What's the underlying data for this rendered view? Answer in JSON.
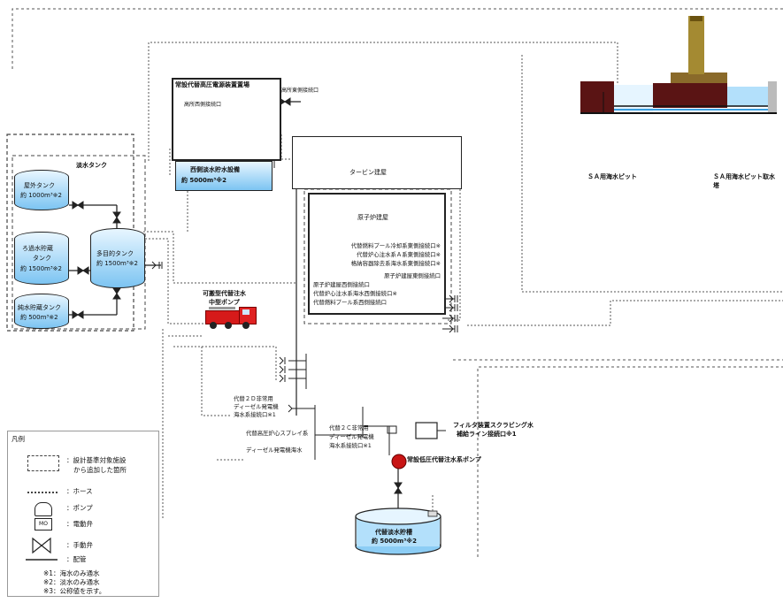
{
  "tanks": {
    "group_title": "淡水タンク",
    "t1": {
      "name": "屋外タンク",
      "cap": "約 1000m³※2"
    },
    "t2": {
      "name1": "ろ過水貯蔵",
      "name2": "タンク",
      "cap": "約 1500m³※2"
    },
    "t3": {
      "name": "純水貯蔵タンク",
      "cap": "約 500m³※2"
    },
    "multi": {
      "name": "多目的タンク",
      "cap": "約 1500m³※2"
    }
  },
  "building": {
    "title": "常設代替高圧電源装置置場",
    "left_port": "高所西側接続口",
    "right_port": "高所東側接続口",
    "storage": "西側淡水貯水設備",
    "storage_cap": "約 5000m³※2"
  },
  "reactor": {
    "turbine": "タービン建屋",
    "building": "原子炉建屋",
    "lines": [
      "代替燃料プール冷却系東側接続口※",
      "代替炉心注水系Ａ系東側接続口※",
      "格納容器除去系海水系東側接続口※",
      "原子炉建屋東側接続口",
      "原子炉建屋西側接続口",
      "代替炉心注水系海水西側接続口※",
      "代替燃料プール系西側接続口"
    ]
  },
  "pump_truck": {
    "line1": "可搬型代替注水",
    "line2": "中型ポンプ"
  },
  "middle": {
    "l1": "代替２Ｄ非常用",
    "l2": "ディーゼル発電機",
    "l3": "海水系接続口※1",
    "l4": "代替高圧炉心スプレイ系",
    "l5": "ディーゼル発電機海水",
    "m1": "代替２Ｃ非常用",
    "m2": "ディーゼル発電機",
    "m3": "海水系接続口※1",
    "filter1": "フィルタ装置スクラビング水",
    "filter2": "補給ライン接続口※1",
    "low_pump": "常設低圧代替注水系ポンプ",
    "alt_storage": "代替淡水貯槽",
    "alt_cap": "約 5000m³※2"
  },
  "pits": {
    "pit1": "ＳＡ用海水ピット",
    "pit2_1": "ＳＡ用海水ピット取水",
    "pit2_2": "塔"
  },
  "legend": {
    "title": "凡例",
    "items": [
      "：設計基準対象施設",
      "から追加した箇所",
      "：ホース",
      "：ポンプ",
      "：電動弁",
      "：手動弁",
      "：配管"
    ],
    "mo": "MO",
    "notes": [
      "※1：海水のみ通水",
      "※2：淡水のみ通水",
      "※3：公称値を示す。"
    ]
  }
}
